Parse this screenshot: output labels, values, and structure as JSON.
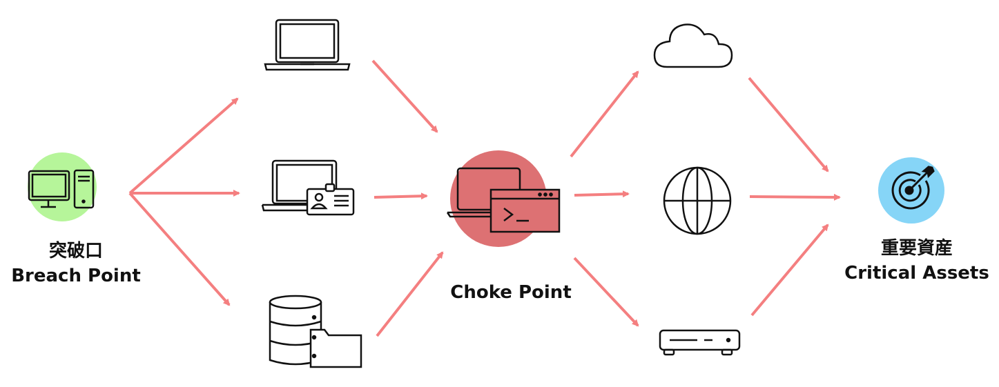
{
  "breach": {
    "jp": "突破口",
    "en": "Breach Point",
    "icon": "desktop-computer-icon",
    "color": "#b6f59a"
  },
  "choke": {
    "en": "Choke Point",
    "icon": "laptop-terminal-icon",
    "color": "#dd7173"
  },
  "critical": {
    "jp": "重要資産",
    "en": "Critical Assets",
    "icon": "target-bullseye-icon",
    "color": "#86d5f7"
  },
  "intermediate_nodes": [
    "laptop-icon",
    "laptop-id-badge-icon",
    "database-folder-icon"
  ],
  "downstream_nodes": [
    "cloud-icon",
    "globe-icon",
    "network-device-icon"
  ],
  "arrow_color": "#f47f80"
}
